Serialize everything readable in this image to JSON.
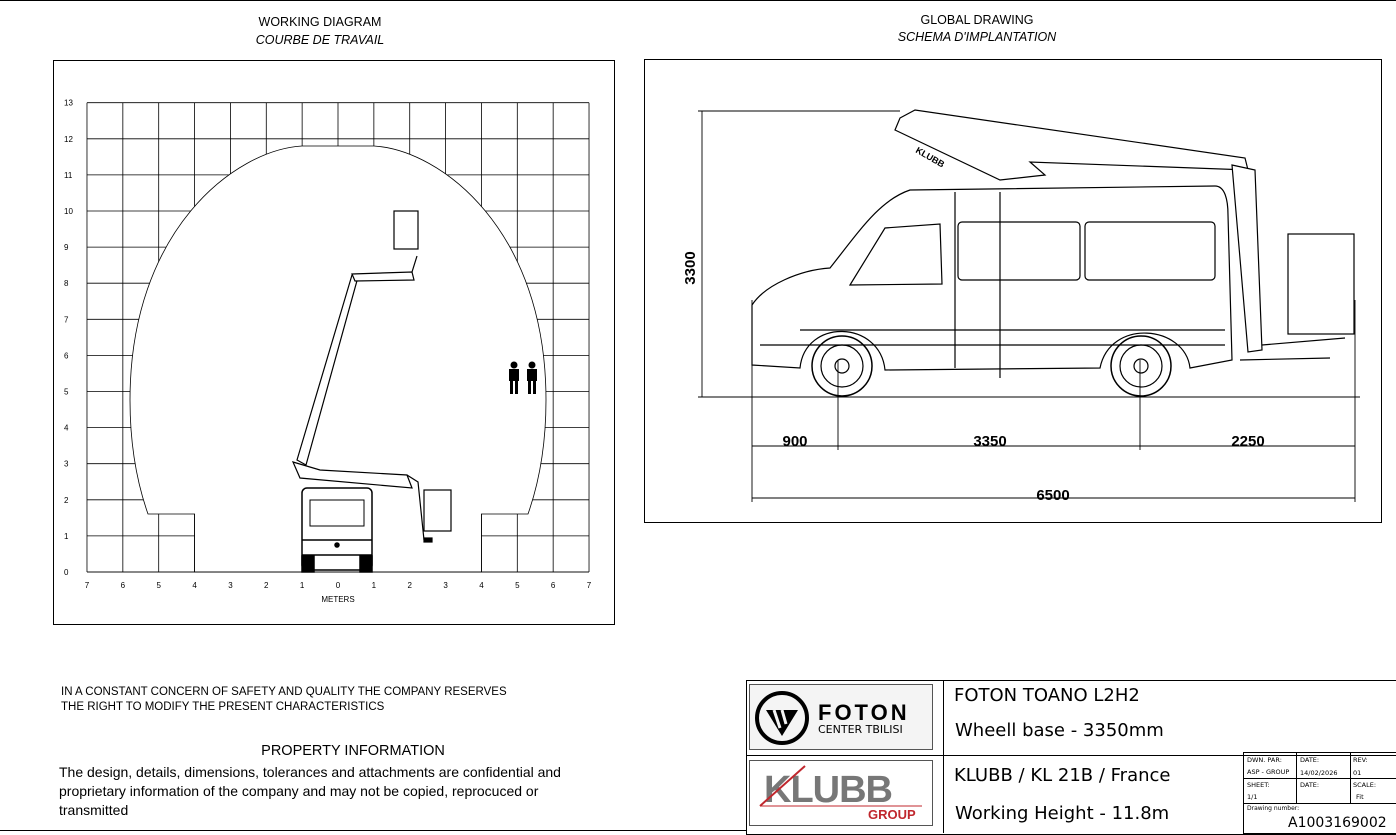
{
  "working_diagram": {
    "title": "WORKING DIAGRAM",
    "subtitle": "COURBE DE TRAVAIL",
    "y_ticks": [
      "0",
      "1",
      "2",
      "3",
      "4",
      "5",
      "6",
      "7",
      "8",
      "9",
      "10",
      "11",
      "12",
      "13"
    ],
    "x_ticks": [
      "7",
      "6",
      "5",
      "4",
      "3",
      "2",
      "1",
      "0",
      "1",
      "2",
      "3",
      "4",
      "5",
      "6",
      "7"
    ],
    "xlabel": "METERS"
  },
  "global_drawing": {
    "title": "GLOBAL DRAWING",
    "subtitle": "SCHEMA D'IMPLANTATION",
    "dim_height": "3300",
    "dim_front": "900",
    "dim_wheelbase": "3350",
    "dim_rear": "2250",
    "dim_total": "6500",
    "boom_brand": "KLUBB"
  },
  "notice": {
    "line1": "IN A CONSTANT CONCERN OF SAFETY AND QUALITY THE COMPANY RESERVES",
    "line2": "THE RIGHT TO MODIFY THE PRESENT CHARACTERISTICS"
  },
  "property": {
    "title": "PROPERTY INFORMATION",
    "text": "The design, details, dimensions, tolerances and attachments are confidential and proprietary information of the company and may not be copied, reprocuced or transmitted"
  },
  "title_block": {
    "logo1_name": "FOTON",
    "logo1_sub": "CENTER TBILISI",
    "logo2_name": "KLUBB",
    "logo2_sub": "GROUP",
    "vehicle": "FOTON TOANO  L2H2",
    "wheelbase": "Wheell base - 3350mm",
    "equipment": "KLUBB / KL 21B / France",
    "working_height": "Working Height - 11.8m",
    "dwn_par_label": "DWN. PAR:",
    "dwn_par": "ASP - GROUP",
    "date_label": "DATE:",
    "date": "14/02/2026",
    "rev_label": "REV:",
    "rev": "01",
    "sheet_label": "SHEET:",
    "sheet": "1/1",
    "date2_label": "DATE:",
    "scale_label": "SCALE:",
    "scale": "Fit",
    "drawing_number_label": "Drawing number:",
    "drawing_number": "A1003169002"
  }
}
